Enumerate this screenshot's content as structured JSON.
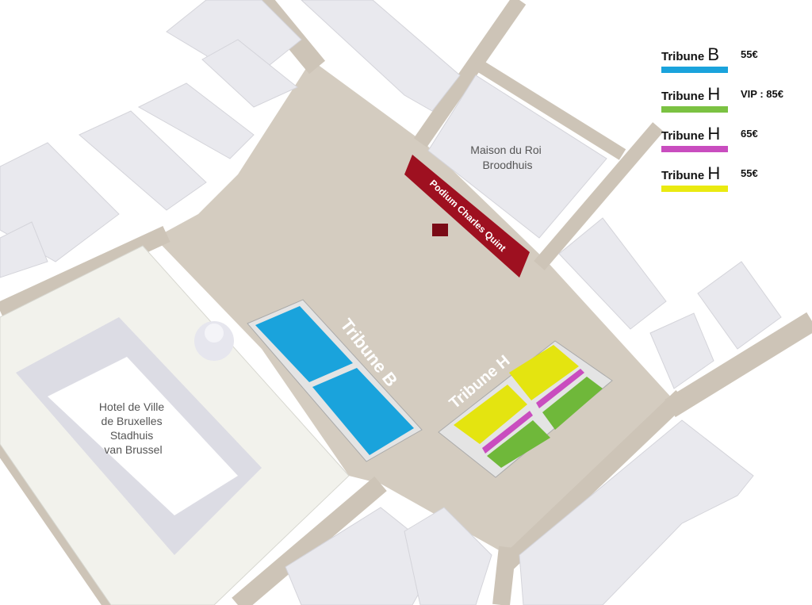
{
  "map": {
    "buildings": {
      "hotel_de_ville": [
        "Hotel de Ville",
        "de Bruxelles",
        "Stadhuis",
        "van Brussel"
      ],
      "maison_du_roi": [
        "Maison du Roi",
        "Broodhuis"
      ]
    },
    "podium": "Podium Charles Quint",
    "tribune_b_label": "Tribune B",
    "tribune_h_label": "Tribune H"
  },
  "legend": [
    {
      "name": "Tribune",
      "letter": "B",
      "price": "55€",
      "color": "#1aa3dc"
    },
    {
      "name": "Tribune",
      "letter": "H",
      "price": "VIP : 85€",
      "color": "#7bc242"
    },
    {
      "name": "Tribune",
      "letter": "H",
      "price": "65€",
      "color": "#c94dbf"
    },
    {
      "name": "Tribune",
      "letter": "H",
      "price": "55€",
      "color": "#eaea10"
    }
  ]
}
